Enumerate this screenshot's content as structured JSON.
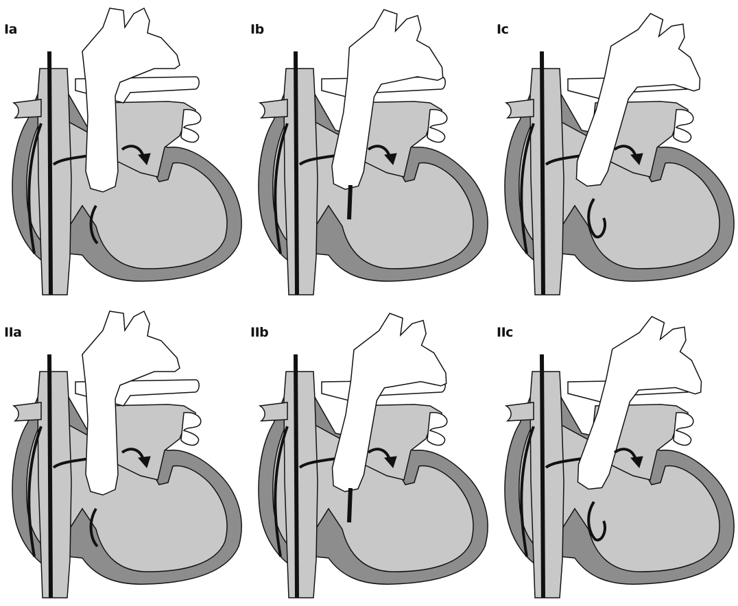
{
  "figure": {
    "panels": [
      {
        "label": "Ia"
      },
      {
        "label": "Ib"
      },
      {
        "label": "Ic"
      },
      {
        "label": "IIa"
      },
      {
        "label": "IIb"
      },
      {
        "label": "IIc"
      }
    ]
  },
  "colors": {
    "chamber_fill": "#c8c8c8",
    "wall_fill": "#8d8d8d",
    "vessel_fill": "#ffffff",
    "outline": "#111111",
    "background": "#ffffff"
  }
}
